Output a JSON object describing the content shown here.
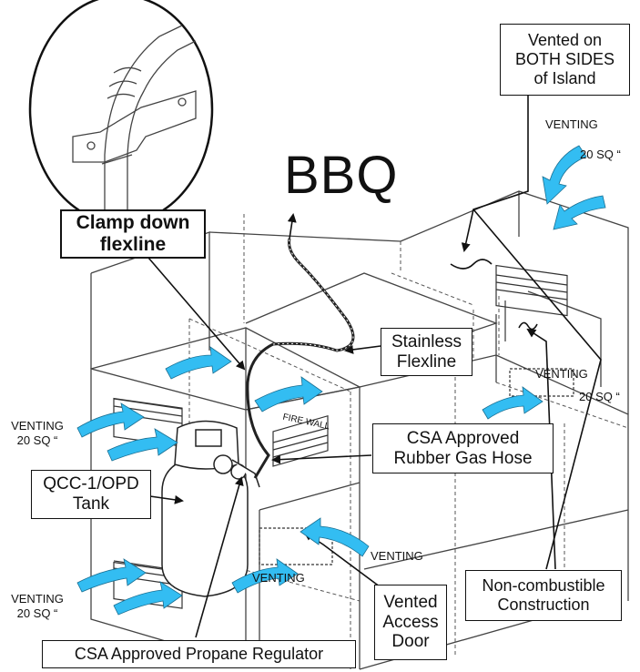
{
  "title": "BBQ",
  "labels": {
    "vented_both_sides": [
      "Vented on",
      "BOTH SIDES",
      "of Island"
    ],
    "clamp_down": [
      "Clamp down",
      "flexline"
    ],
    "stainless_flexline": [
      "Stainless",
      "Flexline"
    ],
    "csa_hose": [
      "CSA Approved",
      "Rubber Gas Hose"
    ],
    "tank": [
      "QCC-1/OPD",
      "Tank"
    ],
    "non_combustible": [
      "Non-combustible",
      "Construction"
    ],
    "vented_access_door": [
      "Vented",
      "Access",
      "Door"
    ],
    "csa_regulator": "CSA Approved Propane Regulator"
  },
  "venting": {
    "word": "VENTING",
    "area": "20 SQ “"
  },
  "fire_wall": "FIRE WALL",
  "colors": {
    "arrow_fill": "#33bdf2",
    "line": "#222222",
    "sketch": "#444444"
  }
}
